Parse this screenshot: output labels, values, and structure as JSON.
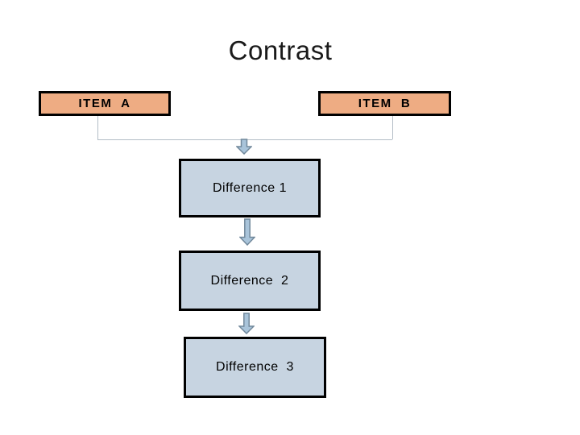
{
  "slide": {
    "title": "Contrast"
  },
  "items": [
    {
      "id": "item-a",
      "label": "ITEM  A"
    },
    {
      "id": "item-b",
      "label": "ITEM  B"
    }
  ],
  "differences": [
    {
      "id": "difference-1",
      "label": "Difference 1"
    },
    {
      "id": "difference-2",
      "label": "Difference  2"
    },
    {
      "id": "difference-3",
      "label": "Difference  3"
    }
  ],
  "diagram": {
    "type": "contrast-flow",
    "top_nodes": [
      "ITEM  A",
      "ITEM  B"
    ],
    "flow_nodes": [
      "Difference 1",
      "Difference  2",
      "Difference  3"
    ],
    "connector_style": "bracket joining ITEM A and ITEM B bottoms, feeding downward arrows through the difference boxes"
  },
  "colors": {
    "item_fill": "#EEAC83",
    "difference_fill": "#C7D4E1",
    "box_border": "#000000",
    "arrow_fill": "#A9C4DA",
    "arrow_stroke": "#71889B",
    "connector": "#B3BDC7",
    "title_text": "#1A1A1A",
    "slide_bg": "#FFFFFF"
  }
}
